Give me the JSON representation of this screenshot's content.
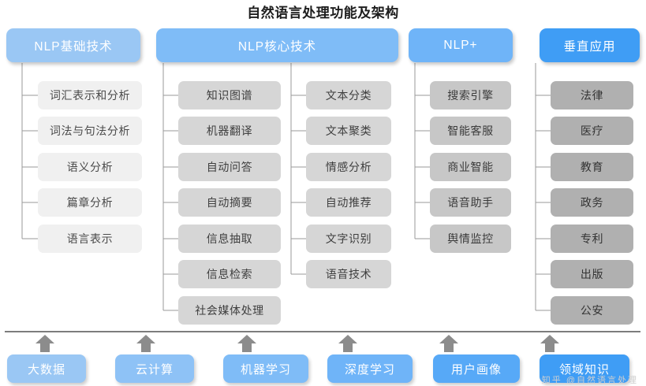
{
  "title": "自然语言处理功能及架构",
  "colors": {
    "pill_foundation": "#9ac7f4",
    "pill_core": "#7fbcf7",
    "pill_plus": "#6fb4f8",
    "pill_vertical": "#3f9df5",
    "node_light": "#f0f0f0",
    "node_mid": "#d6d6d6",
    "node_grayer": "#c7c7c7",
    "node_dark": "#b0b0b0",
    "wire": "#9a9a9a",
    "rule": "#7d7d7d",
    "arrow": "#8c8c8c",
    "title_text": "#1d1d1d"
  },
  "columns": [
    {
      "id": "foundation",
      "header": "NLP基础技术",
      "header_color": "#9ac7f4",
      "node_style": "light",
      "items": [
        "词汇表示和分析",
        "词法与句法分析",
        "语义分析",
        "篇章分析",
        "语言表示"
      ]
    },
    {
      "id": "core-left",
      "header": "NLP核心技术",
      "header_color": "#7fbcf7",
      "node_style": "mid",
      "items": [
        "知识图谱",
        "机器翻译",
        "自动问答",
        "自动摘要",
        "信息抽取",
        "信息检索",
        "社会媒体处理"
      ]
    },
    {
      "id": "core-right",
      "header": "",
      "header_color": "#7fbcf7",
      "node_style": "mid",
      "items": [
        "文本分类",
        "文本聚类",
        "情感分析",
        "自动推荐",
        "文字识别",
        "语音技术"
      ]
    },
    {
      "id": "plus",
      "header": "NLP+",
      "header_color": "#6fb4f8",
      "node_style": "grayer",
      "items": [
        "搜索引擎",
        "智能客服",
        "商业智能",
        "语音助手",
        "舆情监控"
      ]
    },
    {
      "id": "vertical",
      "header": "垂直应用",
      "header_color": "#3f9df5",
      "node_style": "dark",
      "items": [
        "法律",
        "医疗",
        "教育",
        "政务",
        "专利",
        "出版",
        "公安"
      ]
    }
  ],
  "foundation_bar": {
    "items": [
      {
        "label": "大数据",
        "color": "#9ac7f4"
      },
      {
        "label": "云计算",
        "color": "#8ec2f6"
      },
      {
        "label": "机器学习",
        "color": "#7fbcf7"
      },
      {
        "label": "深度学习",
        "color": "#6fb4f8"
      },
      {
        "label": "用户画像",
        "color": "#57a9f7"
      },
      {
        "label": "领域知识",
        "color": "#3f9df5"
      }
    ]
  },
  "watermark": "知乎 @自然语言处理"
}
